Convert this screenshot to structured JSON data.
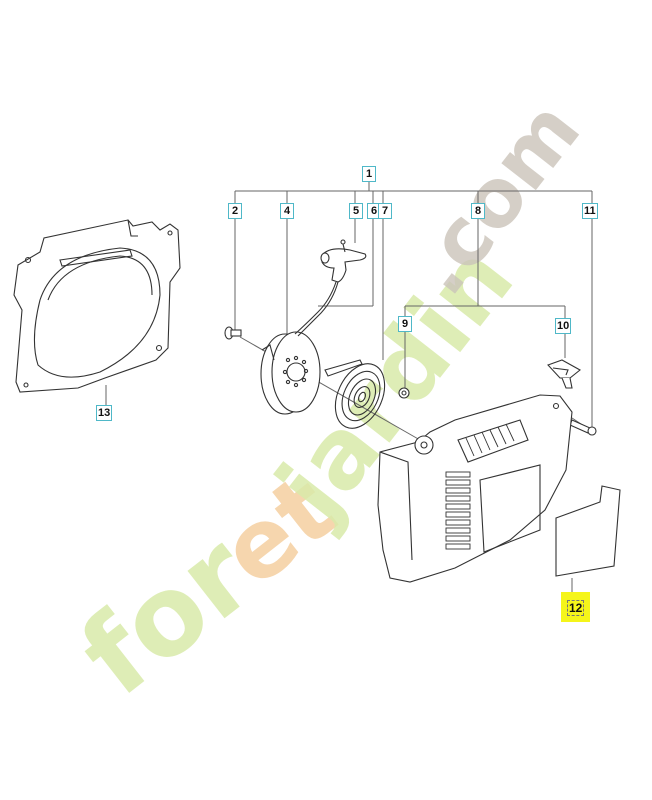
{
  "diagram": {
    "type": "exploded-parts-view",
    "subject": "recoil starter assembly",
    "callouts": [
      {
        "id": "1",
        "label": "1",
        "highlighted": false
      },
      {
        "id": "2",
        "label": "2",
        "highlighted": false
      },
      {
        "id": "4",
        "label": "4",
        "highlighted": false
      },
      {
        "id": "5",
        "label": "5",
        "highlighted": false
      },
      {
        "id": "6",
        "label": "6",
        "highlighted": false
      },
      {
        "id": "7",
        "label": "7",
        "highlighted": false
      },
      {
        "id": "8",
        "label": "8",
        "highlighted": false
      },
      {
        "id": "9",
        "label": "9",
        "highlighted": false
      },
      {
        "id": "10",
        "label": "10",
        "highlighted": false
      },
      {
        "id": "11",
        "label": "11",
        "highlighted": false
      },
      {
        "id": "12",
        "label": "12",
        "highlighted": true
      },
      {
        "id": "13",
        "label": "13",
        "highlighted": false
      }
    ],
    "highlight_color": "#f5f51a",
    "callout_border_color": "#4fb8c8",
    "line_color": "#555555"
  },
  "watermark": {
    "parts": [
      {
        "text": "for",
        "color": "#d6e8a6"
      },
      {
        "text": "et",
        "color": "#f3cc9e"
      },
      {
        "text": "jardin",
        "color": "#d6e8a6"
      },
      {
        "text": ".com",
        "color": "#c9c2b8"
      }
    ]
  }
}
